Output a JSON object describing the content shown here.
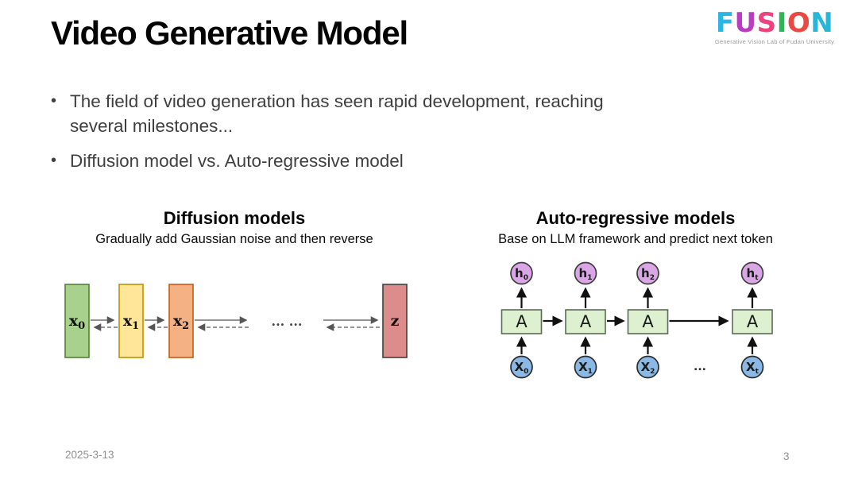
{
  "slide": {
    "title": "Video Generative Model",
    "date": "2025-3-13",
    "page_number": "3"
  },
  "logo": {
    "letters": [
      {
        "char": "F",
        "color": "#29b5e8"
      },
      {
        "char": "U",
        "color": "#bb3bc2"
      },
      {
        "char": "S",
        "color": "#f0417f"
      },
      {
        "char": "I",
        "color": "#2fb457"
      },
      {
        "char": "O",
        "color": "#ea4840"
      },
      {
        "char": "N",
        "color": "#27b6d8"
      }
    ],
    "subtitle": "Generative Vision Lab of Fudan University"
  },
  "bullets": [
    {
      "lines": [
        "The field of video generation has seen rapid development, reaching",
        "several milestones..."
      ]
    },
    {
      "lines": [
        "Diffusion model vs. Auto-regressive model"
      ]
    }
  ],
  "diffusion": {
    "heading": "Diffusion models",
    "subheading": "Gradually add Gaussian noise and then reverse",
    "stages": [
      {
        "base": "x",
        "sub": "0",
        "fill": "#a9d18e",
        "stroke": "#538135"
      },
      {
        "base": "x",
        "sub": "1",
        "fill": "#ffe699",
        "stroke": "#bf9000"
      },
      {
        "base": "x",
        "sub": "2",
        "fill": "#f4b183",
        "stroke": "#c55a11"
      },
      {
        "base": "z",
        "sub": "",
        "fill": "#dd8c8c",
        "stroke": "#404040"
      }
    ],
    "ellipsis": "... ...",
    "arrow_color": "#555555"
  },
  "autoregressive": {
    "heading": "Auto-regressive models",
    "subheading": "Base on LLM framework and predict next token",
    "cell_label": "A",
    "hidden": [
      {
        "base": "h",
        "sub": "0"
      },
      {
        "base": "h",
        "sub": "1"
      },
      {
        "base": "h",
        "sub": "2"
      },
      {
        "base": "h",
        "sub": "t"
      }
    ],
    "inputs": [
      {
        "base": "X",
        "sub": "0"
      },
      {
        "base": "X",
        "sub": "1"
      },
      {
        "base": "X",
        "sub": "2"
      },
      {
        "base": "X",
        "sub": "t"
      }
    ],
    "ellipsis": "...",
    "colors": {
      "hidden_fill": "#d9a7e6",
      "hidden_stroke": "#3d3d3d",
      "cell_fill": "#ddf0cf",
      "cell_stroke": "#5c6b57",
      "input_fill": "#8ab9e6",
      "input_stroke": "#2b2b2b",
      "arrow": "#111111"
    }
  }
}
